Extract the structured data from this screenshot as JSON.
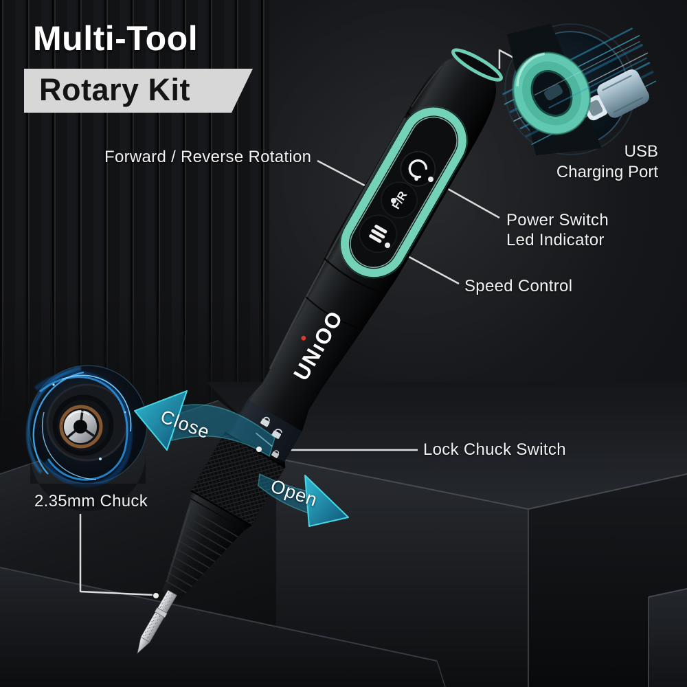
{
  "title": {
    "line1": "Multi-Tool",
    "line2": "Rotary Kit"
  },
  "brand": {
    "name": "UNiOO",
    "display": "UNıOO"
  },
  "callouts": {
    "forward_reverse": "Forward / Reverse Rotation",
    "usb_line1": "USB",
    "usb_line2": "Charging Port",
    "power_line1": "Power Switch",
    "power_line2": "Led Indicator",
    "speed": "Speed Control",
    "lock_chuck": "Lock Chuck Switch",
    "chuck_size": "2.35mm Chuck"
  },
  "arrows": {
    "close": "Close",
    "open": "Open"
  },
  "device": {
    "fr_button": "F/R"
  },
  "icons": [
    "power-icon",
    "speed-bars-icon",
    "lock-open-icon",
    "lock-closed-icon",
    "usb-plug-icon",
    "chuck-collet-icon"
  ],
  "colors": {
    "mint_accent": "#74d2b8",
    "arrow_cyan_edge": "#46d8ea",
    "arrow_teal_fill": "#157d9e",
    "brand_dot_red": "#d93a2c",
    "banner_gray": "#d7d7d7",
    "electric_blue": "#2da6ff",
    "label_text": "#f2f2f2",
    "background": "#0c0d0f"
  }
}
